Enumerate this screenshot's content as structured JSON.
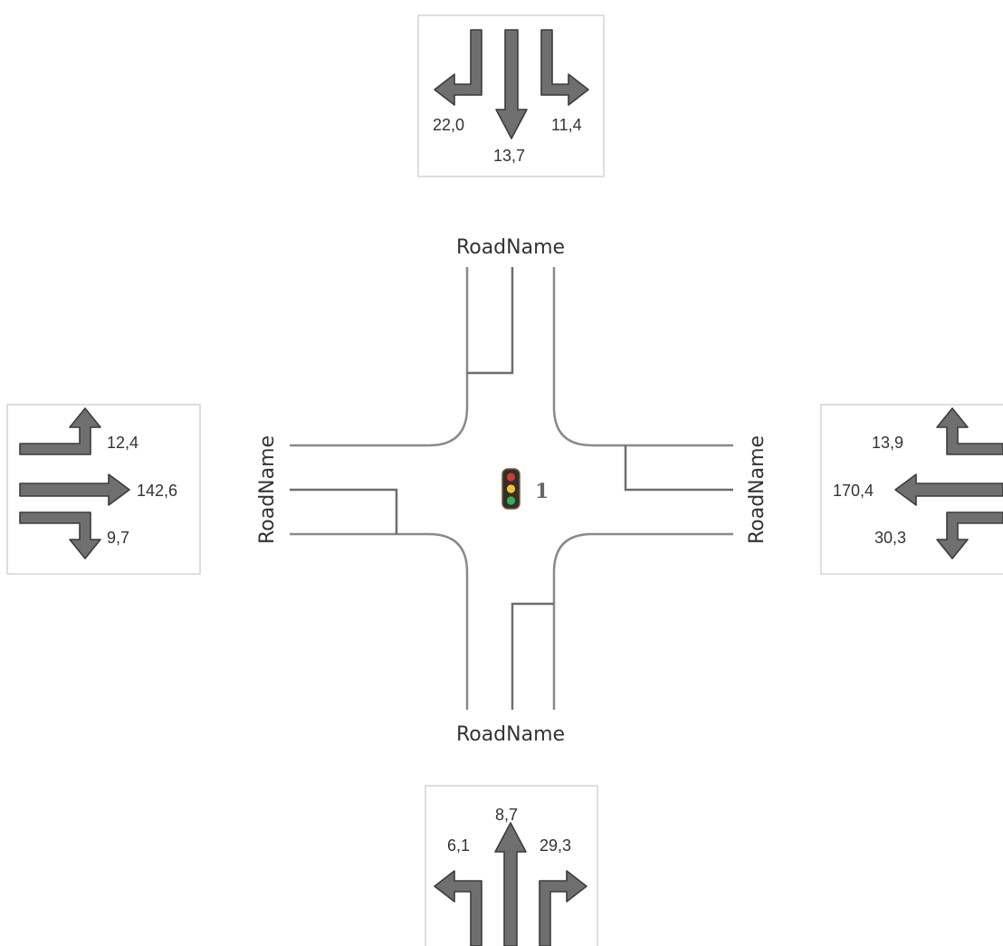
{
  "road_names": {
    "north": "RoadName",
    "south": "RoadName",
    "west": "RoadName",
    "east": "RoadName"
  },
  "intersection": {
    "id": "1",
    "signal_icon": "traffic-light-icon"
  },
  "approaches": {
    "north": {
      "left": "22,0",
      "through": "13,7",
      "right": "11,4"
    },
    "west": {
      "left": "12,4",
      "through": "142,6",
      "right": "9,7"
    },
    "east": {
      "right": "13,9",
      "through": "170,4",
      "left": "30,3"
    },
    "south": {
      "left": "6,1",
      "through": "8,7",
      "right": "29,3"
    }
  },
  "colors": {
    "arrow_fill": "#6f6f6f",
    "arrow_outline": "#3c3c3c",
    "road_line": "#8a8a8a",
    "panel_border": "#d4d4d4",
    "signal_red": "#d23a2c",
    "signal_yellow": "#f2c230",
    "signal_green": "#35b34a"
  }
}
